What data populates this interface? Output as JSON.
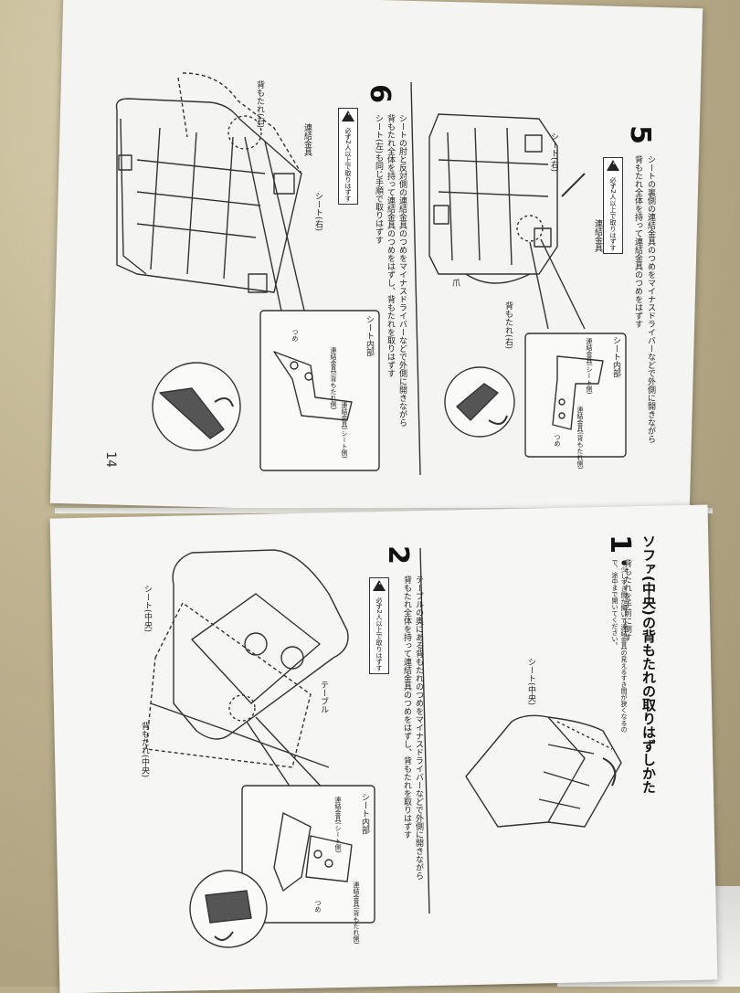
{
  "page": {
    "title": "ソファ(中央)の背もたれの取りはずしかた",
    "page_number": "14"
  },
  "step5": {
    "number": "5",
    "instruction_1": "シートの裏側の連結金具のつめをマイナスドライバーなどで外側に開きながら",
    "instruction_2": "背もたれ全体を持って連結金具のつめをはずす",
    "warning": "必ず2人以上で取りはずす",
    "label_seat_right": "シート(右)",
    "label_connector": "連結金具",
    "label_claw_tab": "爪",
    "label_back_right": "背もたれ(右)",
    "inset_title": "シート内部",
    "inset_connector_seat": "連結金具(シート側)",
    "inset_connector_back": "連結金具(背もたれ側)",
    "inset_claw": "つめ"
  },
  "step6": {
    "number": "6",
    "instruction_1": "シートの肘と反対側の連結金具のつめをマイナスドライバーなどで外側に開きながら",
    "instruction_2": "背もたれ全体を持って連結金具のつめをはずし、背もたれを取りはずす",
    "instruction_3": "シート(左)も同じ手順で取りはずす",
    "warning": "必ず2人以上で取りはずす",
    "label_back_right": "背もたれ(右)",
    "label_connector": "連結金具",
    "label_seat_right": "シート(右)",
    "inset_title": "シート内部",
    "inset_connector_back": "連結金具(背もたれ側)",
    "inset_connector_seat": "連結金具(シート側)",
    "inset_claw": "つめ"
  },
  "step1": {
    "number": "1",
    "instruction_1": "背もたれを手前に倒す",
    "instruction_2": "●少しすき間が開いて連結金具の見えるすき間が狭くなるので、途中まで開いてください。",
    "label_seat_center": "シート(中央)"
  },
  "step2": {
    "number": "2",
    "instruction_1": "テーブルの奥にある背もたれのつめをマイナスドライバーなどで外側に開きながら",
    "instruction_2": "背もたれ全体を持って連結金具のつめをはずし、背もたれを取りはずす",
    "warning": "必ず2人以上で取りはずす",
    "label_table": "テーブル",
    "label_seat_center": "シート(中央)",
    "label_back_center": "背もたれ(中央)",
    "inset_title": "シート内部",
    "inset_connector_seat": "連結金具(シート側)",
    "inset_connector_back": "連結金具(背もたれ側)",
    "inset_claw": "つめ"
  }
}
